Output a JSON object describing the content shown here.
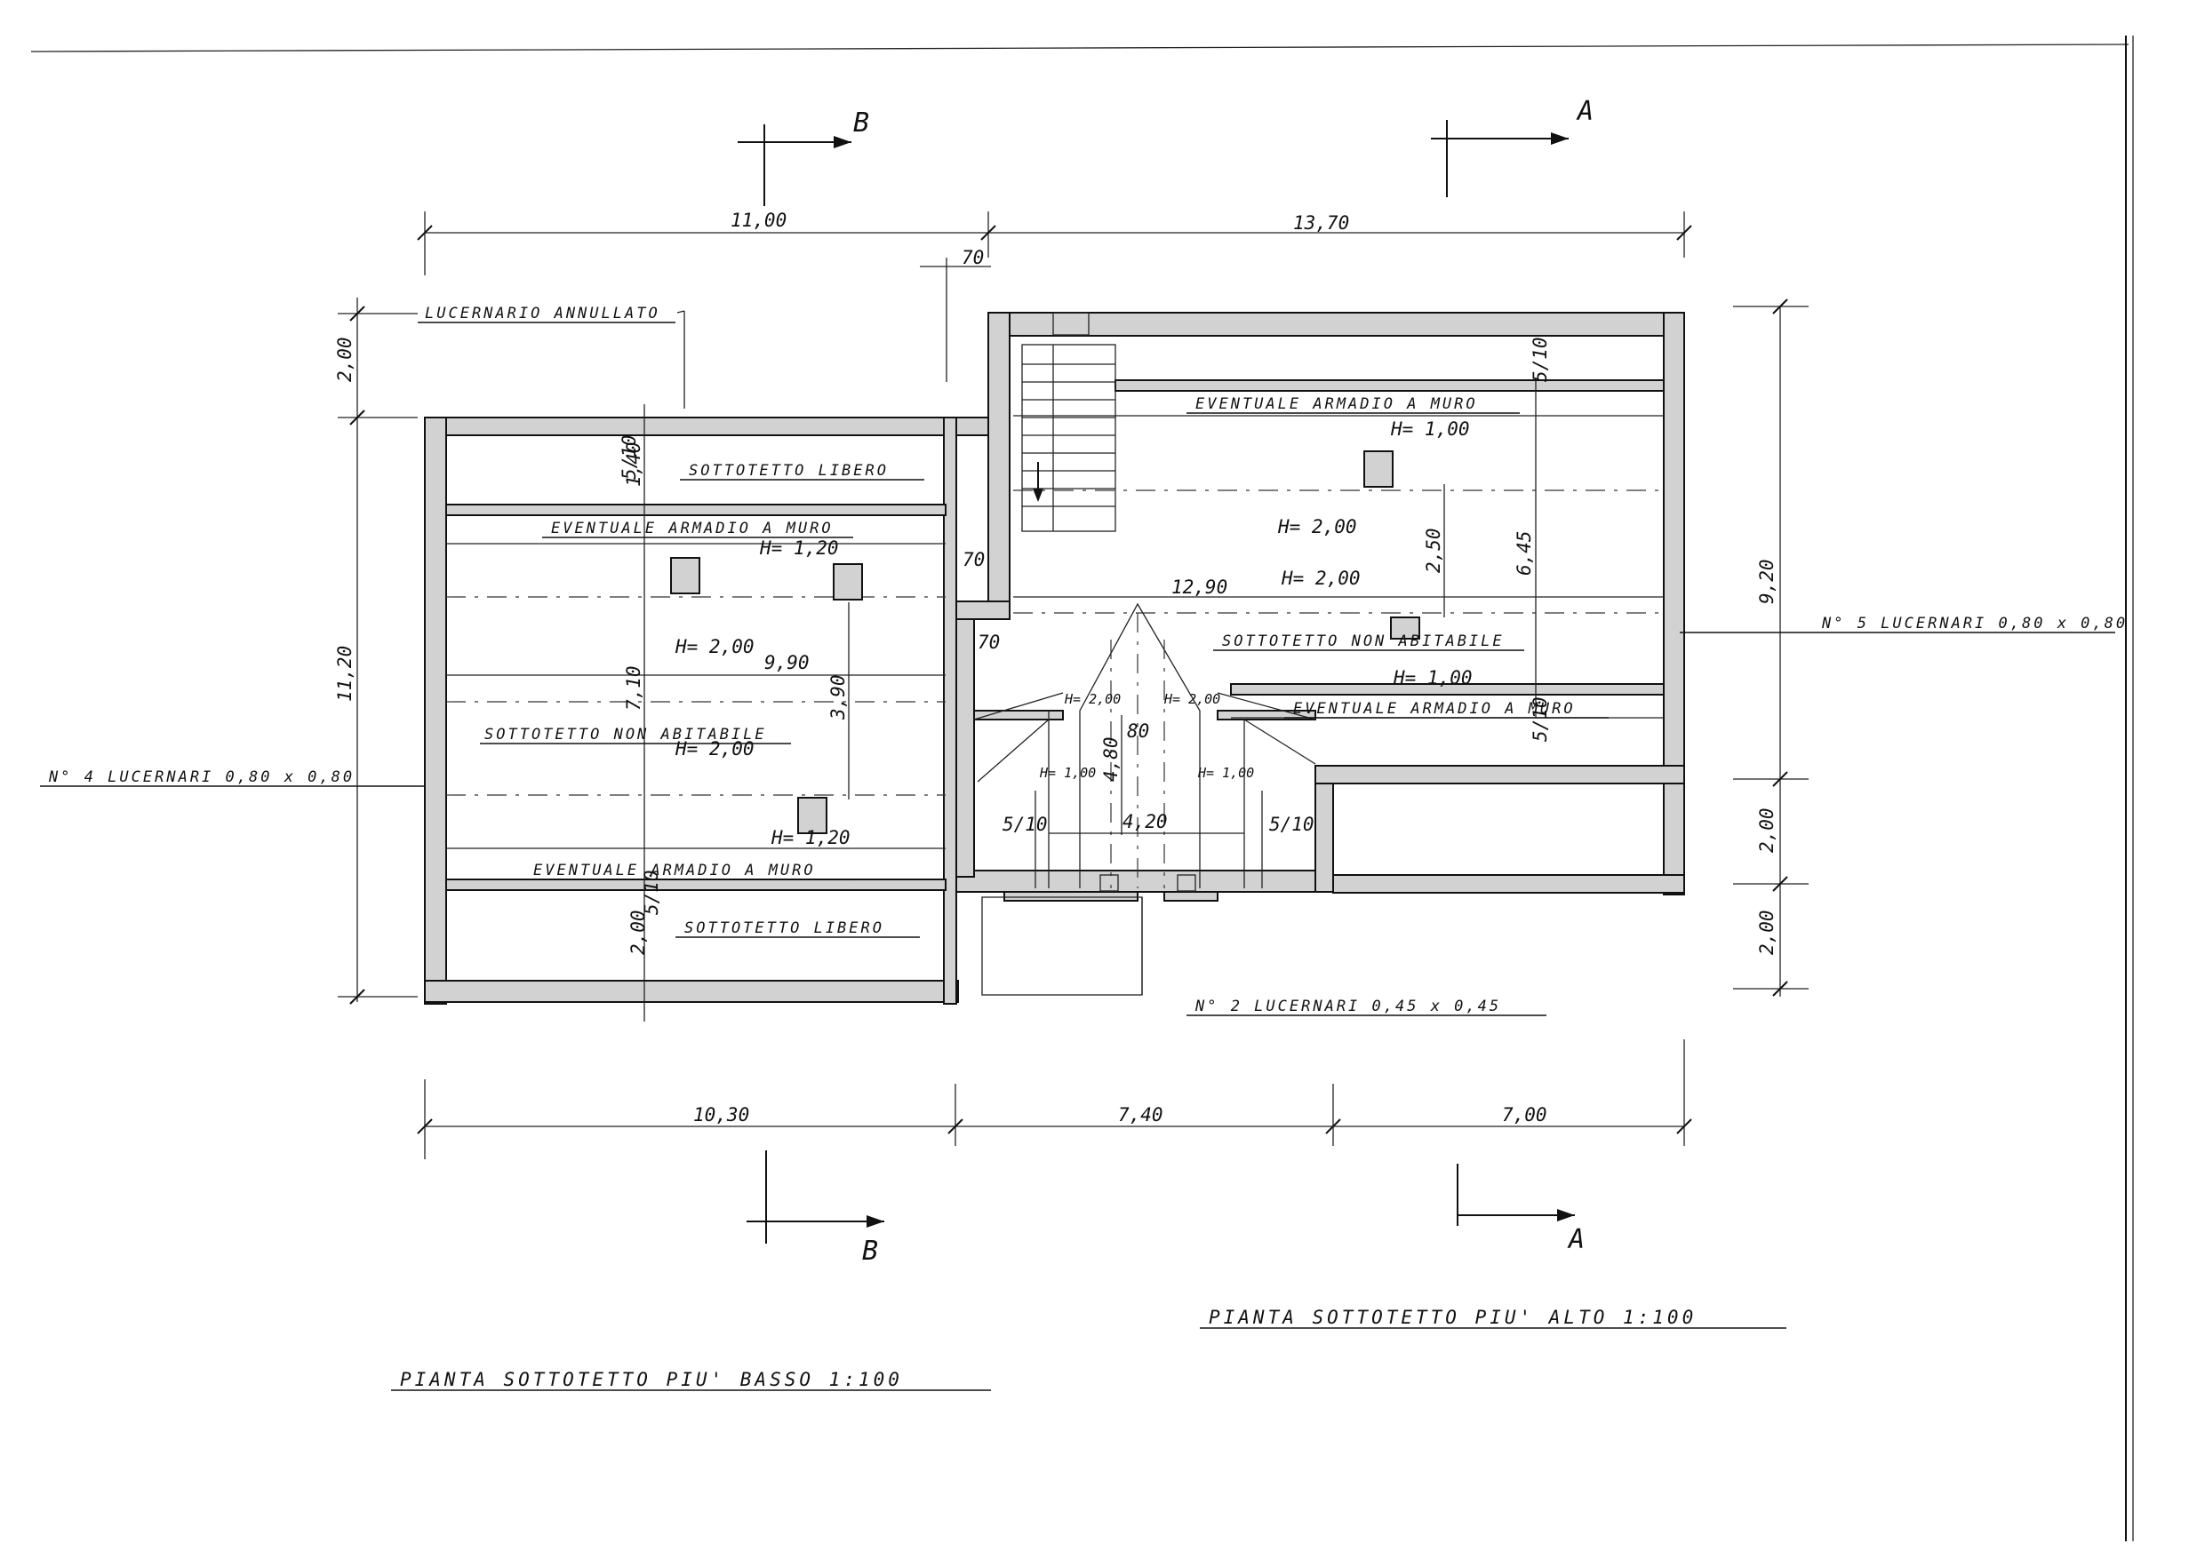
{
  "sheet": {
    "title_left": "PIANTA  SOTTOTETTO  PIU'  BASSO    1:100",
    "title_right": "PIANTA   SOTTOTETTO  PIU'  ALTO   1:100"
  },
  "sections": {
    "b_top": "B",
    "a_top": "A",
    "b_bottom": "B",
    "a_bottom": "A"
  },
  "dimensions": {
    "top_left": "11,00",
    "top_right": "13,70",
    "top_70": "70",
    "left_top": "2,00",
    "left_main": "11,20",
    "bottom_1": "10,30",
    "bottom_2": "7,40",
    "bottom_3": "7,00",
    "right_main": "9,20",
    "right_2": "2,00",
    "right_3": "2,00",
    "d_990": "9,90",
    "d_710": "7,10",
    "d_390": "3,90",
    "d_200v": "2,00",
    "d_1290": "12,90",
    "d_250": "2,50",
    "d_645": "6,45",
    "d_70a": "70",
    "d_70b": "70",
    "d_480": "4,80",
    "d_80": "80",
    "d_420": "4,20",
    "d_140": "1,40",
    "s_5_10_a": "5/10",
    "s_5_10_b": "5/10",
    "s_5_10_c": "5/10",
    "s_5_10_d": "5/10",
    "s_5_10_e": "5/10",
    "s_5_10_f": "5/10"
  },
  "labels": {
    "lucernario_annullato": "LUCERNARIO  ANNULLATO",
    "sottotetto_libero_top": "SOTTOTETTO  LIBERO",
    "armadio_left_top": "EVENTUALE  ARMADIO  A  MURO",
    "h120_top": "H= 1,20",
    "h200_left1": "H= 2,00",
    "sottotetto_non_abitabile_left": "SOTTOTETTO  NON  ABITABILE",
    "h200_left2": "H= 2,00",
    "h120_bottom": "H= 1,20",
    "armadio_left_bottom": "EVENTUALE  ARMADIO  A  MURO",
    "sottotetto_libero_bottom": "SOTTOTETTO  LIBERO",
    "lucernari_left": "N° 4 LUCERNARI  0,80 x 0,80",
    "armadio_right_top": "EVENTUALE  ARMADIO  A  MURO",
    "h100_right_top": "H= 1,00",
    "h200_right1": "H= 2,00",
    "h200_right2": "H= 2,00",
    "sottotetto_non_abitabile_right": "SOTTOTETTO  NON  ABITABILE",
    "h100_right_bottom": "H= 1,00",
    "armadio_right_bottom": "EVENTUALE  ARMADIO  A  MURO",
    "lucernari_right": "N° 5 LUCERNARI  0,80 x 0,80",
    "h200_mid_l": "H= 2,00",
    "h200_mid_r": "H= 2,00",
    "h100_mid_l": "H= 1,00",
    "h100_mid_r": "H= 1,00",
    "lucernari_small": "N° 2 LUCERNARI  0,45 x 0,45"
  }
}
